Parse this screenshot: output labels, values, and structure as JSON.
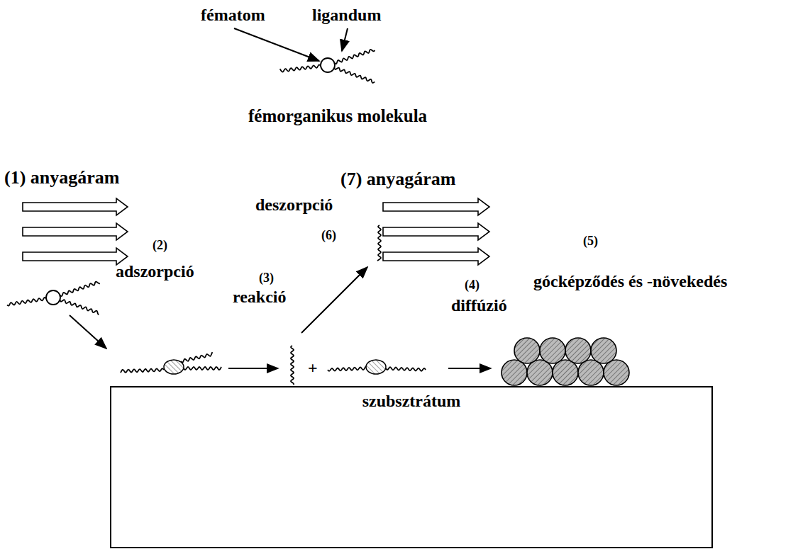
{
  "diagram": {
    "nodes": [
      {
        "text": [
          "szubsztrátum"
        ]
      }
    ],
    "labels": [
      "fématom",
      "ligandum",
      "fémorganikus molekula",
      "(1) anyagáram",
      "(7) anyagáram",
      "deszorpció",
      "(6)",
      "(5)",
      "(2)",
      "adszorpció",
      "(3)",
      "reakció",
      "(4)",
      "gócképződés és -növekedés",
      "diffúzió",
      "+"
    ]
  }
}
